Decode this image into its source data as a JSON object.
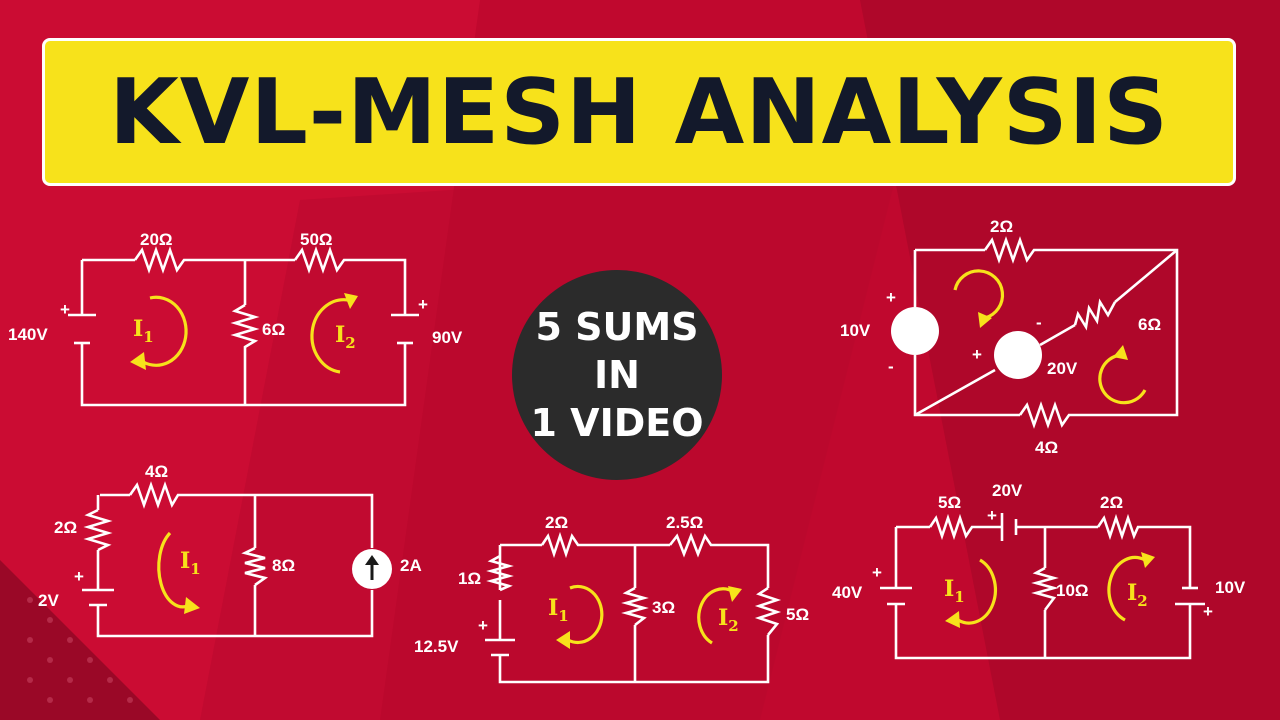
{
  "title": "KVL-MESH ANALYSIS",
  "badge": {
    "line1": "5 SUMS",
    "line2": "IN",
    "line3": "1 VIDEO"
  },
  "colors": {
    "background": "#c0082e",
    "banner": "#f7e21b",
    "title": "#13192b",
    "badge": "#2b2b2b",
    "arrow": "#f7e21b",
    "wire": "#ffffff"
  },
  "circuit1": {
    "r_left": "20Ω",
    "r_right": "50Ω",
    "r_mid": "6Ω",
    "v_left": "140V",
    "v_right": "90V",
    "plus": "+",
    "mesh1": "I",
    "mesh2": "I",
    "sub1": "1",
    "sub2": "2"
  },
  "circuit2": {
    "r_top": "2Ω",
    "r_diag": "6Ω",
    "r_bottom": "4Ω",
    "v_left": "10V",
    "v_mid": "20V",
    "plus": "+",
    "minus": "-"
  },
  "circuit3": {
    "r_top": "4Ω",
    "r_left": "2Ω",
    "r_mid": "8Ω",
    "source_v": "2V",
    "source_i": "2A",
    "plus": "+",
    "mesh1": "I",
    "sub1": "1",
    "source_icon": "current-source-up-arrow-icon"
  },
  "circuit4": {
    "r_top_left": "2Ω",
    "r_top_right": "2.5Ω",
    "r_left": "1Ω",
    "r_mid": "3Ω",
    "r_right": "5Ω",
    "source_v": "12.5V",
    "plus": "+",
    "mesh1": "I",
    "mesh2": "I",
    "sub1": "1",
    "sub2": "2"
  },
  "circuit5": {
    "r_top_left": "5Ω",
    "v_top": "20V",
    "r_top_right": "2Ω",
    "v_left": "40V",
    "r_mid": "10Ω",
    "v_right": "10V",
    "plus": "+",
    "mesh1": "I",
    "mesh2": "I",
    "sub1": "1",
    "sub2": "2"
  }
}
